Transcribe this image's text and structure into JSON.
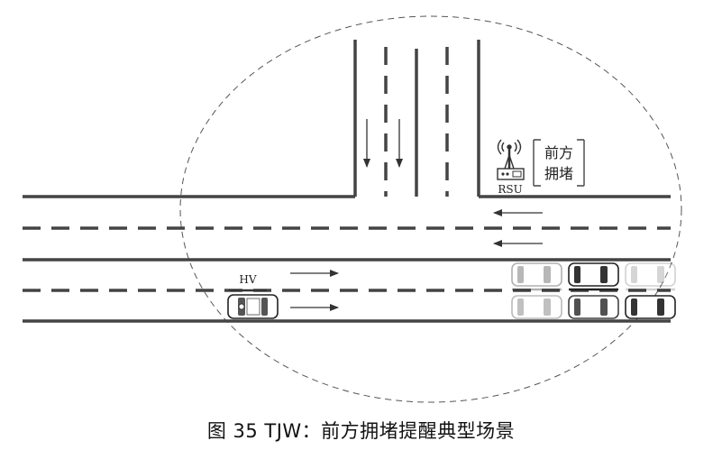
{
  "scene": {
    "rsu_label": "RSU",
    "notice_line1": "前方",
    "notice_line2": "拥堵",
    "host_vehicle_label": "HV"
  },
  "caption": "图 35   TJW：前方拥堵提醒典型场景"
}
